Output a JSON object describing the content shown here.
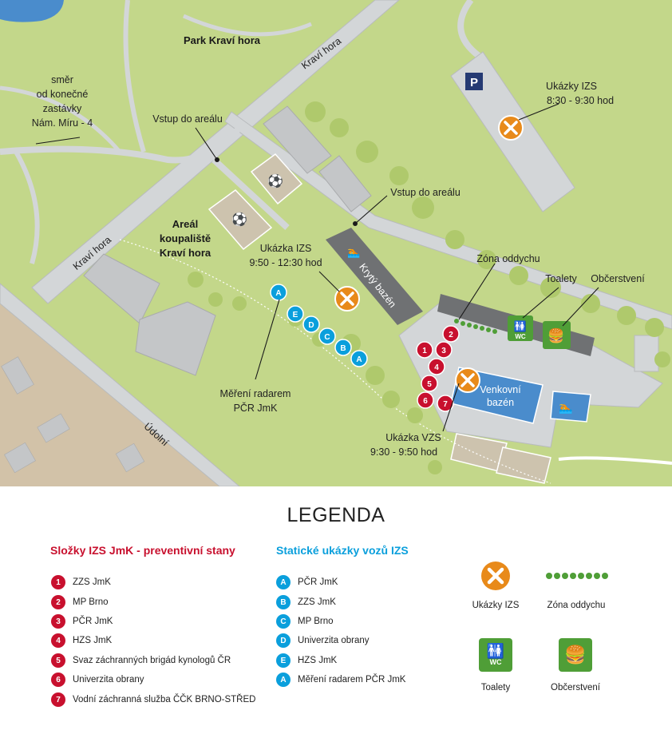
{
  "map": {
    "labels": {
      "park": "Park Kraví hora",
      "direction": [
        "směr",
        "od konečné",
        "zastávky",
        "Nám. Míru - 4"
      ],
      "street_kravi_hora_top": "Kraví hora",
      "street_kravi_hora_left": "Kraví hora",
      "street_udolni": "Údolní",
      "vstup1": "Vstup do areálu",
      "vstup2": "Vstup do areálu",
      "areal": [
        "Areál",
        "koupaliště",
        "Kraví hora"
      ],
      "ukazka_izs_center": [
        "Ukázka IZS",
        "9:50 - 12:30 hod"
      ],
      "ukazky_izs_top": [
        "Ukázky IZS",
        "8:30 - 9:30 hod"
      ],
      "kryty_bazen": "Krytý bazén",
      "venkovni_bazen": [
        "Venkovní",
        "bazén"
      ],
      "zona_oddychu": "Zóna oddychu",
      "toalety": "Toalety",
      "obcerstveni": "Občerstvení",
      "mereni": [
        "Měření radarem",
        "PČR JmK"
      ],
      "ukazka_vzs": [
        "Ukázka VZS",
        "9:30 - 9:50 hod"
      ],
      "parking": "P",
      "wc": "WC"
    },
    "red_pins": [
      "1",
      "2",
      "3",
      "4",
      "5",
      "6",
      "7"
    ],
    "blue_pins": [
      "A",
      "E",
      "D",
      "C",
      "B",
      "A"
    ],
    "colors": {
      "grass": "#c3d78a",
      "grass_dark": "#afc96c",
      "road": "#d3d6d8",
      "building": "#c4c6c8",
      "dark_building": "#6f7173",
      "pool": "#4a8ccc",
      "red": "#c8102e",
      "blue": "#0a9fdc",
      "orange": "#e88a1a",
      "green": "#4f9e37",
      "navy": "#253a73",
      "town": "#d2c2a8"
    }
  },
  "legend": {
    "title": "LEGENDA",
    "col1_header": "Složky IZS JmK - preventivní stany",
    "col2_header": "Statické ukázky vozů IZS",
    "col1_items": [
      {
        "num": "1",
        "label": "ZZS JmK"
      },
      {
        "num": "2",
        "label": "MP Brno"
      },
      {
        "num": "3",
        "label": "PČR JmK"
      },
      {
        "num": "4",
        "label": "HZS JmK"
      },
      {
        "num": "5",
        "label": "Svaz záchranných brigád kynologů ČR"
      },
      {
        "num": "6",
        "label": "Univerzita obrany"
      },
      {
        "num": "7",
        "label": "Vodní záchranná služba ČČK  BRNO-STŘED"
      }
    ],
    "col2_items": [
      {
        "num": "A",
        "label": "PČR JmK"
      },
      {
        "num": "B",
        "label": "ZZS JmK"
      },
      {
        "num": "C",
        "label": "MP Brno"
      },
      {
        "num": "D",
        "label": "Univerzita obrany"
      },
      {
        "num": "E",
        "label": "HZS JmK"
      },
      {
        "num": "A",
        "label": "Měření radarem PČR JmK"
      }
    ],
    "symbols": {
      "ukazky": "Ukázky IZS",
      "zona": "Zóna oddychu",
      "toalety": "Toalety",
      "obcerstveni": "Občerstvení",
      "wc": "WC"
    }
  }
}
